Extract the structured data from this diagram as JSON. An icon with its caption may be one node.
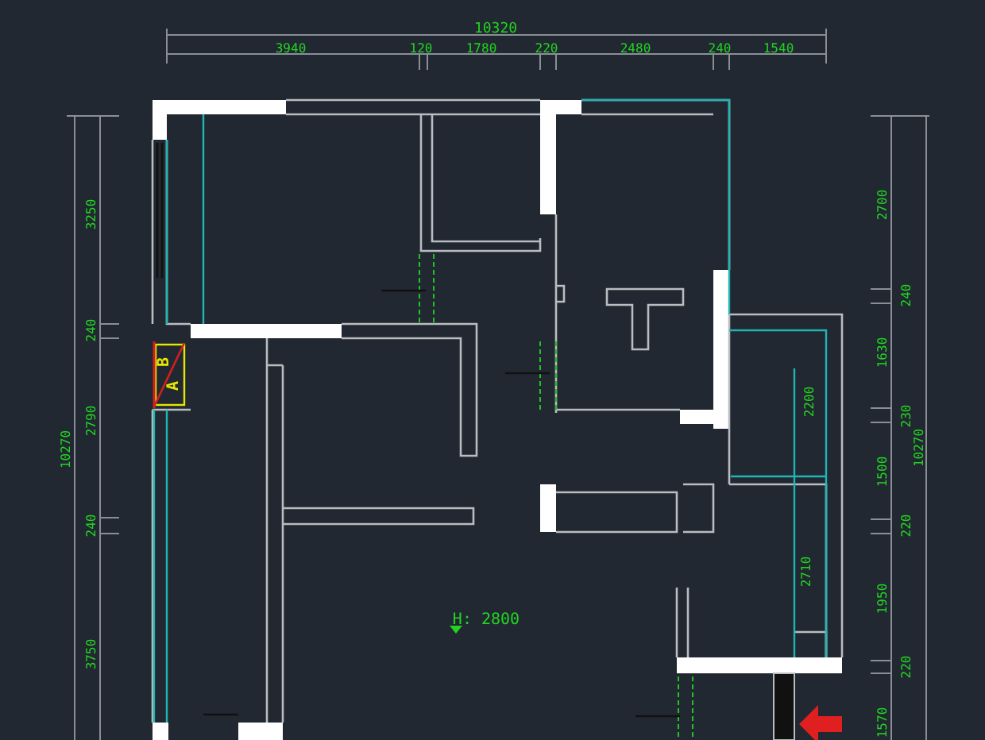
{
  "diagram": {
    "labels": [
      "10320",
      "3940",
      "120",
      "1780",
      "220",
      "2480",
      "240",
      "1540",
      "3250",
      "240",
      "2790",
      "240",
      "3750",
      "10270",
      "2700",
      "240",
      "1630",
      "230",
      "1500",
      "220",
      "1950",
      "220",
      "1570",
      "10270",
      "B",
      "A",
      "2200",
      "2710",
      "H: 2800"
    ]
  }
}
